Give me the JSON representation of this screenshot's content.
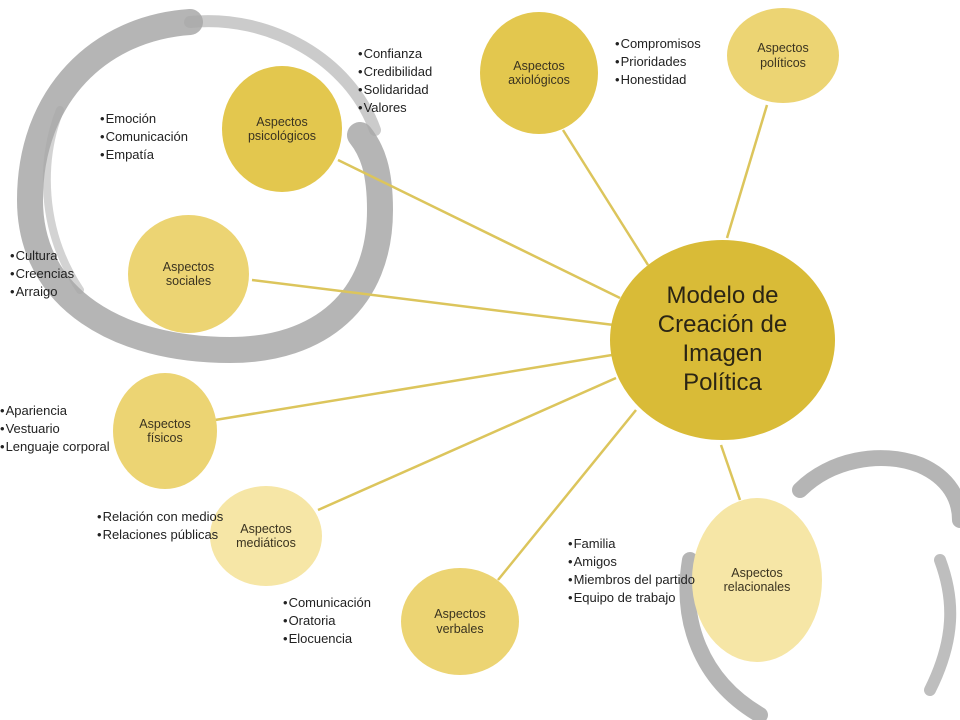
{
  "center": {
    "label": "Modelo de\nCreación de\nImagen\nPolítica"
  },
  "nodes": [
    {
      "id": "axiologicos",
      "label": "Aspectos\naxiológicos",
      "items": [
        "Confianza",
        "Credibilidad",
        "Solidaridad",
        "Valores"
      ]
    },
    {
      "id": "politicos",
      "label": "Aspectos\npolíticos",
      "items": [
        "Compromisos",
        "Prioridades",
        "Honestidad"
      ]
    },
    {
      "id": "psicologicos",
      "label": "Aspectos\npsicológicos",
      "items": [
        "Emoción",
        "Comunicación",
        "Empatía"
      ]
    },
    {
      "id": "sociales",
      "label": "Aspectos\nsociales",
      "items": [
        "Cultura",
        "Creencias",
        "Arraigo"
      ]
    },
    {
      "id": "fisicos",
      "label": "Aspectos\nfísicos",
      "items": [
        "Apariencia",
        "Vestuario",
        "Lenguaje corporal"
      ]
    },
    {
      "id": "mediaticos",
      "label": "Aspectos\nmediáticos",
      "items": [
        "Relación con medios",
        "Relaciones públicas"
      ]
    },
    {
      "id": "verbales",
      "label": "Aspectos\nverbales",
      "items": [
        "Comunicación",
        "Oratoria",
        "Elocuencia"
      ]
    },
    {
      "id": "relacionales",
      "label": "Aspectos\nrelacionales",
      "items": [
        "Familia",
        "Amigos",
        "Miembros del partido",
        "Equipo de trabajo"
      ]
    }
  ],
  "colors": {
    "center": "#d9bb37",
    "node_dark": "#e3c74e",
    "node_mid": "#ecd473",
    "node_light": "#f6e6a6",
    "connector": "#dcc55c",
    "brush": "#a8a8a8"
  }
}
